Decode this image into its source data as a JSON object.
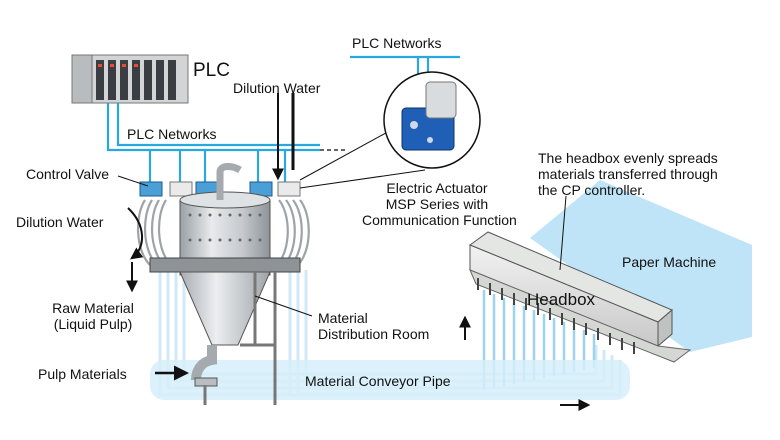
{
  "labels": {
    "plc": "PLC",
    "plc_networks_top": "PLC Networks",
    "plc_networks_main": "PLC Networks",
    "dilution_water_top": "Dilution Water",
    "dilution_water_left": "Dilution Water",
    "control_valve": "Control Valve",
    "raw_material_line1": "Raw Material",
    "raw_material_line2": "(Liquid Pulp)",
    "pulp_materials": "Pulp Materials",
    "material_distribution_line1": "Material",
    "material_distribution_line2": "Distribution Room",
    "material_conveyor_pipe": "Material Conveyor Pipe",
    "actuator_line1": "Electric Actuator",
    "actuator_line2": "MSP Series with",
    "actuator_line3": "Communication Function",
    "headbox_note_line1": "The headbox evenly spreads",
    "headbox_note_line2": "materials transferred through",
    "headbox_note_line3": "the CP controller.",
    "paper_machine": "Paper Machine",
    "headbox": "Headbox"
  },
  "colors": {
    "network_line": "#29a7df",
    "pipe_fill": "#cfe9f7",
    "paper_machine": "#bfe4f7",
    "tank_metal": "#c9ccd0",
    "actuator_body": "#1f5fb5",
    "arrow": "#111111"
  }
}
